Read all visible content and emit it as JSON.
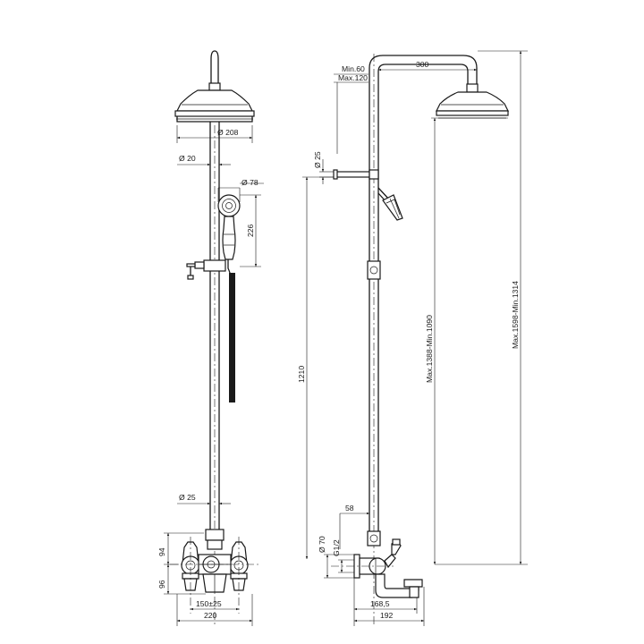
{
  "left_view": {
    "labels": {
      "head_diameter": "Ø 208",
      "pipe_diameter_top": "Ø 20",
      "hand_shower_diameter": "Ø 78",
      "hand_shower_length": "226",
      "pipe_diameter_bottom": "Ø 25",
      "mixer_upper_height": "94",
      "mixer_lower_height": "96",
      "inlet_centres": "150±25",
      "mixer_width": "220"
    }
  },
  "right_view": {
    "labels": {
      "arm_min": "Min.60",
      "arm_max": "Max.120",
      "arm_length": "300",
      "bracket_diameter": "Ø 25",
      "bracket_height": "1210",
      "head_height": "Max.1388-Min.1090",
      "overall_height": "Max.1598-Min.1314",
      "diverter_offset": "58",
      "flange_diameter": "Ø 70",
      "thread": "G1/2",
      "spout_length": "168,5",
      "overall_depth": "192"
    }
  }
}
